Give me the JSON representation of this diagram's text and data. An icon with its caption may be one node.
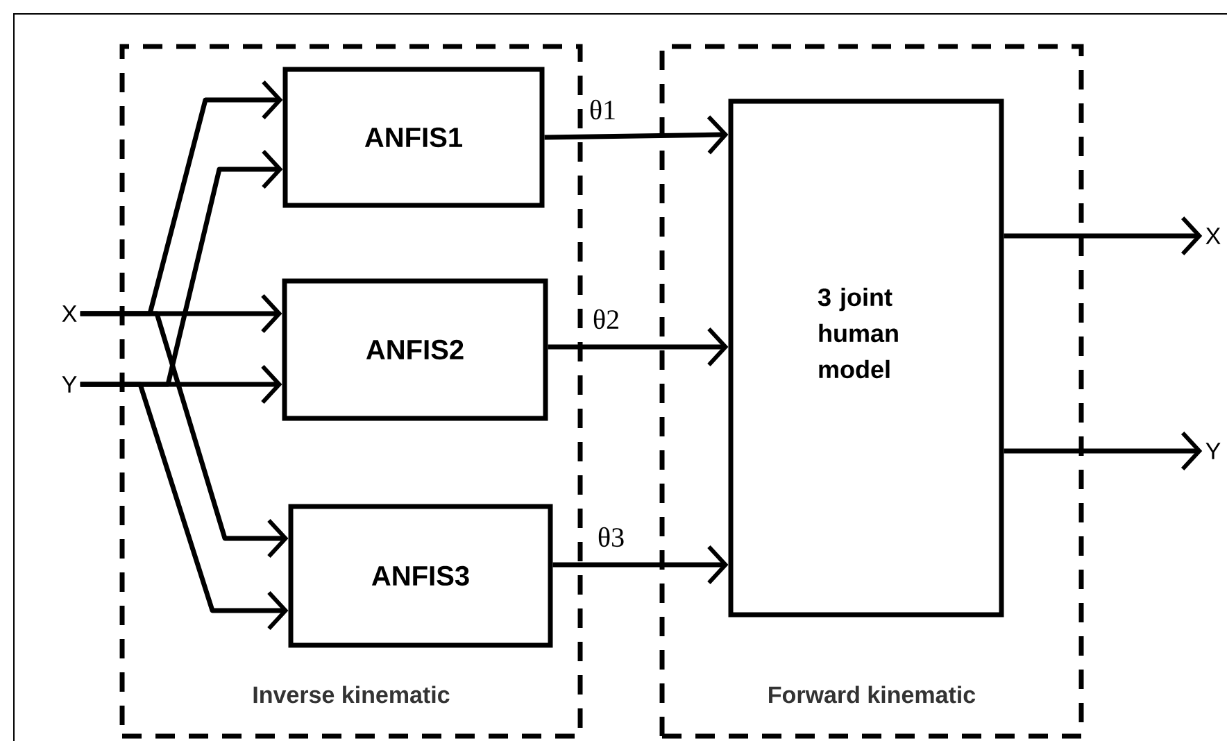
{
  "diagram": {
    "nodes": [
      {
        "text": [
          "Inverse kinematic"
        ]
      },
      {
        "text": [
          "ANFIS1"
        ],
        "in": 0
      },
      {
        "text": [
          "ANFIS2"
        ],
        "in": 0
      },
      {
        "text": [
          "ANFIS3"
        ],
        "in": 0
      },
      {
        "text": [
          "Forward kinematic"
        ]
      },
      {
        "text": [
          "3 joint human model"
        ],
        "in": 4
      },
      {
        "text": [
          "X"
        ]
      },
      {
        "text": [
          "Y"
        ]
      },
      {
        "text": [
          "X"
        ]
      },
      {
        "text": [
          "Y"
        ]
      }
    ],
    "edges": [
      {
        "from": 6,
        "to": 1,
        "arrow": "to"
      },
      {
        "from": 7,
        "to": 1,
        "arrow": "to"
      },
      {
        "from": 6,
        "to": 2,
        "arrow": "to"
      },
      {
        "from": 7,
        "to": 2,
        "arrow": "to"
      },
      {
        "from": 6,
        "to": 3,
        "arrow": "to"
      },
      {
        "from": 7,
        "to": 3,
        "arrow": "to"
      },
      {
        "from": 1,
        "to": 5,
        "arrow": "to",
        "label": "θ1"
      },
      {
        "from": 2,
        "to": 5,
        "arrow": "to",
        "label": "θ2"
      },
      {
        "from": 3,
        "to": 5,
        "arrow": "to",
        "label": "θ3"
      },
      {
        "from": 5,
        "to": 8,
        "arrow": "to"
      },
      {
        "from": 5,
        "to": 9,
        "arrow": "to"
      }
    ]
  }
}
